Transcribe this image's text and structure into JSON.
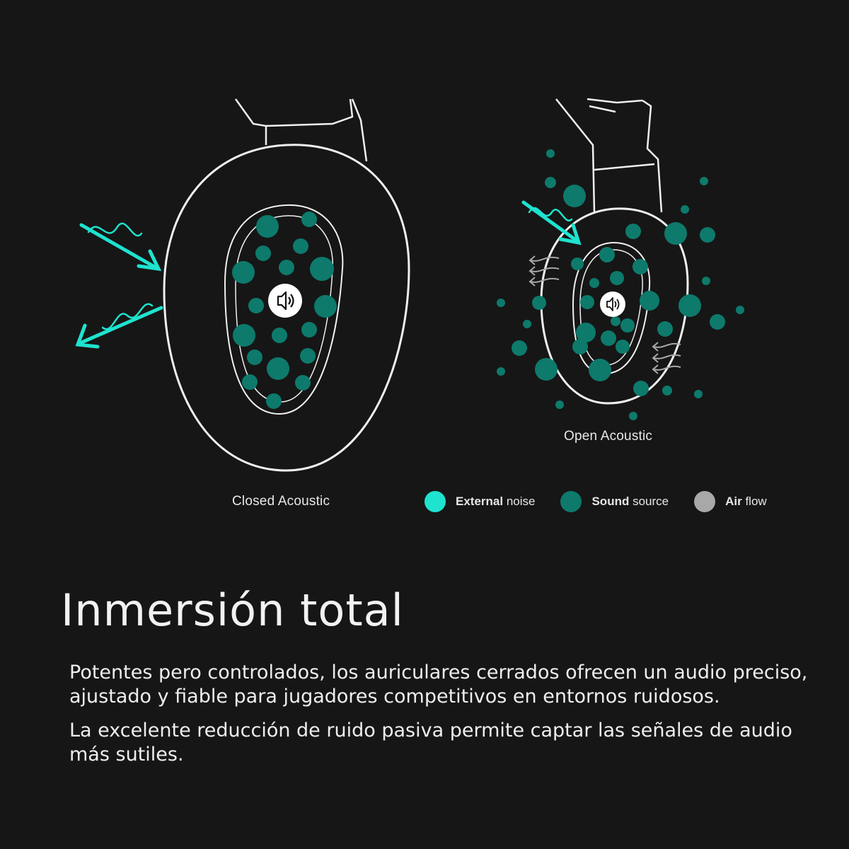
{
  "diagram": {
    "closed_caption": "Closed Acoustic",
    "open_caption": "Open Acoustic"
  },
  "legend": [
    {
      "bold": "External",
      "rest": " noise",
      "color": "#1ee3cf"
    },
    {
      "bold": "Sound",
      "rest": " source",
      "color": "#0d7a6c"
    },
    {
      "bold": "Air",
      "rest": " flow",
      "color": "#a8a8a8"
    }
  ],
  "colors": {
    "background": "#161616",
    "external_noise": "#1ee3cf",
    "sound_source": "#0d7a6c",
    "outline": "#f0f0f0"
  },
  "icons": [
    "speaker-icon"
  ],
  "headline": "Inmersión total",
  "paragraphs": [
    "Potentes pero controlados, los auriculares cerrados ofrecen un audio preciso, ajustado y fiable para jugadores competitivos en entornos ruidosos.",
    "La excelente reducción de ruido pasiva permite captar las señales de audio más sutiles."
  ]
}
